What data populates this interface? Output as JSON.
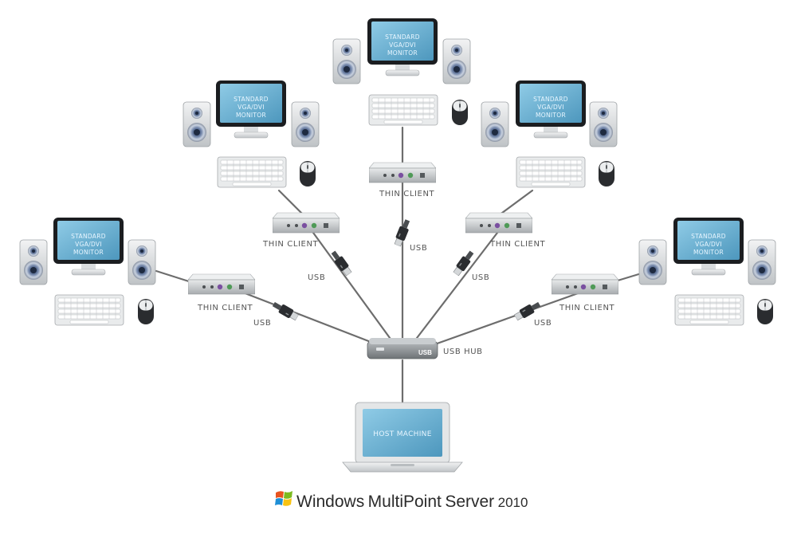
{
  "diagram": {
    "monitor_text": [
      "STANDARD",
      "VGA/DVI",
      "MONITOR"
    ],
    "thin_client_label": "THIN CLIENT",
    "usb_label": "USB",
    "usb_hub_label": "USB HUB",
    "hub_badge": "USB",
    "host_label": "HOST MACHINE"
  },
  "brand": {
    "part1": "Windows",
    "part2": "MultiPoint",
    "part3": "Server",
    "year": "2010"
  },
  "colors": {
    "screen": "#6fb1d2",
    "cable": "#6d6d6d",
    "device": "#cfd3d6",
    "hub": "#8a8f93"
  }
}
